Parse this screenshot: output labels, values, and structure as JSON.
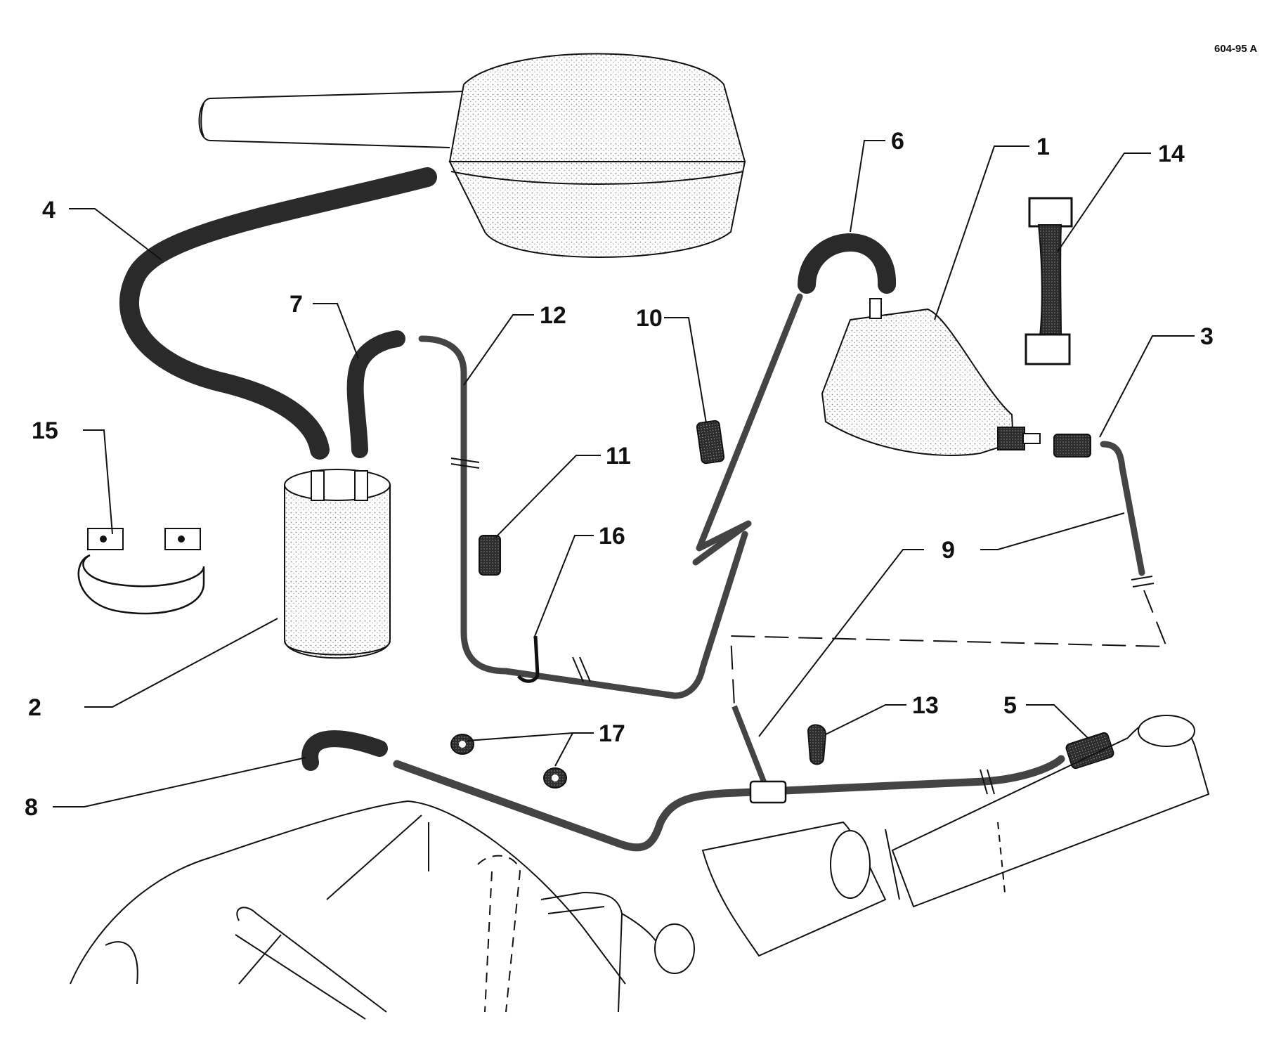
{
  "figure_ref": "604-95 A",
  "callouts": [
    {
      "id": "c1",
      "label": "1"
    },
    {
      "id": "c2",
      "label": "2"
    },
    {
      "id": "c3",
      "label": "3"
    },
    {
      "id": "c4",
      "label": "4"
    },
    {
      "id": "c5",
      "label": "5"
    },
    {
      "id": "c6",
      "label": "6"
    },
    {
      "id": "c7",
      "label": "7"
    },
    {
      "id": "c8",
      "label": "8"
    },
    {
      "id": "c9",
      "label": "9"
    },
    {
      "id": "c10",
      "label": "10"
    },
    {
      "id": "c11",
      "label": "11"
    },
    {
      "id": "c12",
      "label": "12"
    },
    {
      "id": "c13",
      "label": "13"
    },
    {
      "id": "c14",
      "label": "14"
    },
    {
      "id": "c15",
      "label": "15"
    },
    {
      "id": "c16",
      "label": "16"
    },
    {
      "id": "c17",
      "label": "17"
    }
  ],
  "colors": {
    "ink": "#111111",
    "hose": "#2a2a2a",
    "paper": "#ffffff",
    "stipple": "#9a9a9a"
  }
}
